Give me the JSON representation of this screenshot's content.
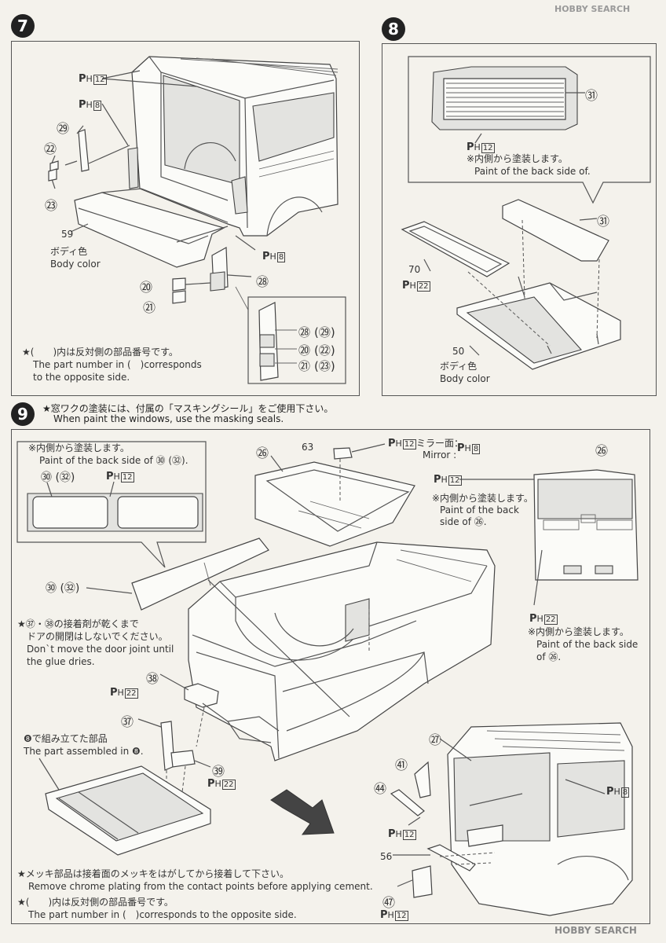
{
  "steps": {
    "s7": "7",
    "s8": "8",
    "s9": "9"
  },
  "ph_symbol": "PH",
  "step7": {
    "labels": {
      "p29": "㉙",
      "p22": "㉒",
      "p23": "㉓",
      "p59": "59",
      "p20": "⑳",
      "p21": "㉑",
      "p28": "㉘",
      "box_p28": "㉘",
      "box_p29": "(㉙)",
      "box_p20": "⑳",
      "box_p22": "(㉒)",
      "box_p21": "㉑",
      "box_p23": "(㉓)"
    },
    "ph_a": "12",
    "ph_b": "8",
    "ph_c": "8",
    "body_color_ja": "ボディ色",
    "body_color_en": "Body color",
    "note_ja": "★(　　)内は反対側の部品番号です。",
    "note_en1": "The part number in (　)corresponds",
    "note_en2": "to the opposite side."
  },
  "step8": {
    "labels": {
      "p31a": "㉛",
      "p31b": "㉛",
      "p70": "70",
      "p50": "50"
    },
    "ph_a": "12",
    "ph_b": "22",
    "paint_ja": "※内側から塗装します。",
    "paint_en": "Paint of the back side of.",
    "body_color_ja": "ボディ色",
    "body_color_en": "Body color"
  },
  "step9": {
    "header_ja": "★窓ワクの塗装には、付属の「マスキングシール」をご使用下さい。",
    "header_en": "When paint the windows, use the masking seals.",
    "inset": {
      "paint_ja": "※内側から塗装します。",
      "paint_en": "Paint of the back side of ㉚ (㉜).",
      "p30": "㉚ (㉜)",
      "ph": "12"
    },
    "labels": {
      "p26a": "㉖",
      "p63": "63",
      "p26b": "㉖",
      "p30": "㉚ (㉜)",
      "p38": "㊳",
      "p37": "㊲",
      "p39": "㊴",
      "p27": "㉗",
      "p41": "㊶",
      "p44": "㊹",
      "p56": "56",
      "p47": "㊼"
    },
    "mirror_ja": "ミラー面：",
    "mirror_en": "Mirror :",
    "ph_12": "12",
    "ph_8": "8",
    "ph_22": "22",
    "right_paint1_ja": "※内側から塗装します。",
    "right_paint1_en1": "Paint of the back",
    "right_paint1_en2": "side of ㉖.",
    "right_paint2_ja": "※内側から塗装します。",
    "right_paint2_en1": "Paint of the back side",
    "right_paint2_en2": "of ㉖.",
    "glue_ja1": "★㊲・㊳の接着剤が乾くまで",
    "glue_ja2": "ドアの開閉はしないでください。",
    "glue_en1": "Don`t move the door joint until",
    "glue_en2": "the glue dries.",
    "assembled_ja": "❽で組み立てた部品",
    "assembled_en": "The part assembled in ❽.",
    "chrome_ja": "★メッキ部品は接着面のメッキをはがしてから接着して下さい。",
    "chrome_en": "Remove chrome plating from the contact points before applying cement.",
    "note_ja": "★(　　)内は反対側の部品番号です。",
    "note_en": "The part number in (　)corresponds to the opposite side."
  },
  "watermark": "HOBBY SEARCH"
}
